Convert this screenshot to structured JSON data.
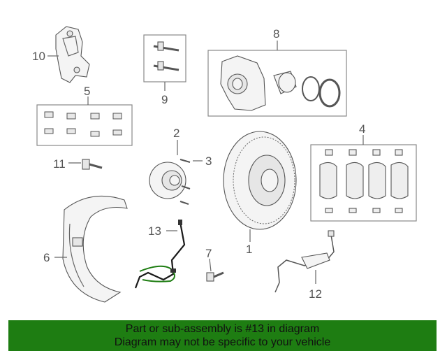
{
  "callouts": {
    "c1": "1",
    "c2": "2",
    "c3": "3",
    "c4": "4",
    "c5": "5",
    "c6": "6",
    "c7": "7",
    "c8": "8",
    "c9": "9",
    "c10": "10",
    "c11": "11",
    "c12": "12",
    "c13": "13"
  },
  "highlight_color": "#1a1a1a",
  "banner": {
    "line1": "Part or sub-assembly is #13 in diagram",
    "line2": "Diagram may not be specific to your vehicle",
    "background": "#1e7d12"
  }
}
